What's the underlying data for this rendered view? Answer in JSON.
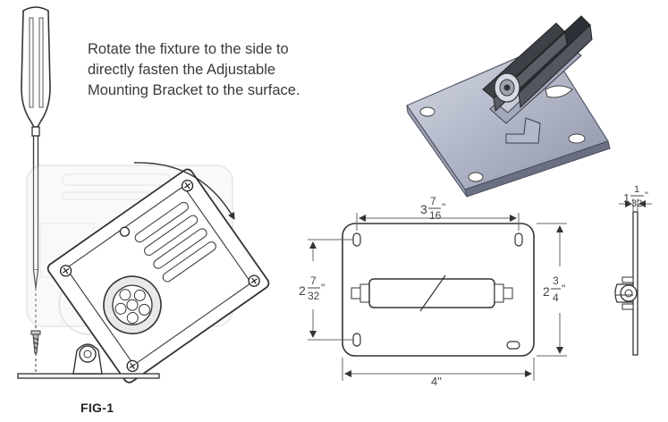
{
  "instruction": {
    "text": "Rotate the fixture to the side to directly fasten the Adjustable Mounting Bracket to the surface."
  },
  "figure_label": "FIG-1",
  "dimensions": {
    "top_width": {
      "whole": "3",
      "num": "7",
      "den": "16",
      "unit": "\""
    },
    "overall_width": "4\"",
    "left_height": {
      "whole": "2",
      "num": "7",
      "den": "32",
      "unit": "\""
    },
    "right_height": {
      "whole": "2",
      "num": "3",
      "den": "4",
      "unit": "\""
    },
    "side_thickness": {
      "whole": "1",
      "num": "1",
      "den": "32",
      "unit": "\""
    }
  }
}
